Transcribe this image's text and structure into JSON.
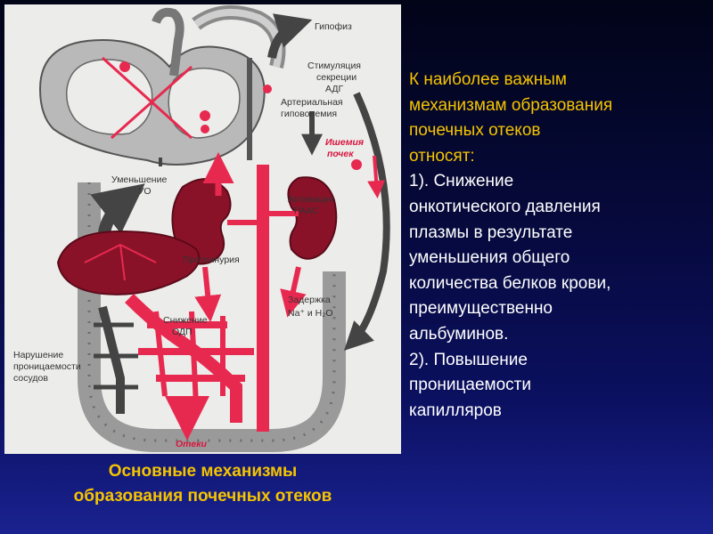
{
  "diagram": {
    "labels": {
      "pituitary": "Гипофиз",
      "stim_1": "Стимуляция",
      "stim_2": "секреции",
      "stim_3": "АДГ",
      "hypo_1": "Артериальная",
      "hypo_2": "гиповолемия",
      "isch_1": "Ишемия",
      "isch_2": "почек",
      "activ_1": "Активация",
      "activ_2": "РААС",
      "uo_1": "Уменьшение",
      "uo_2": "УО",
      "proteinuria": "Протеинурия",
      "retention_1": "Задержка",
      "retention_2": "Na⁺ и H₂O",
      "odp_1": "Снижение",
      "odp_2": "ОДП",
      "perm_1": "Нарушение",
      "perm_2": "проницаемости",
      "perm_3": "сосудов",
      "edema": "Отеки"
    },
    "colors": {
      "red": "#e8294f",
      "dark_red": "#8a1228",
      "gray": "#9a9a9a",
      "dark_gray": "#555555",
      "background": "#ececea"
    }
  },
  "caption": {
    "line1": "Основные механизмы",
    "line2": "образования почечных отеков"
  },
  "text": {
    "lead_1": "К наиболее важным",
    "lead_2": "механизмам образования",
    "lead_3": "почечных отеков",
    "lead_4": "относят:",
    "p1_1": "1). Снижение",
    "p1_2": "онкотического давления",
    "p1_3": "плазмы в результате",
    "p1_4": "уменьшения общего",
    "p1_5": "количества белков крови,",
    "p1_6": "преимущественно",
    "p1_7": "альбуминов.",
    "p2_1": "2). Повышение",
    "p2_2": "проницаемости",
    "p2_3": "капилляров"
  }
}
